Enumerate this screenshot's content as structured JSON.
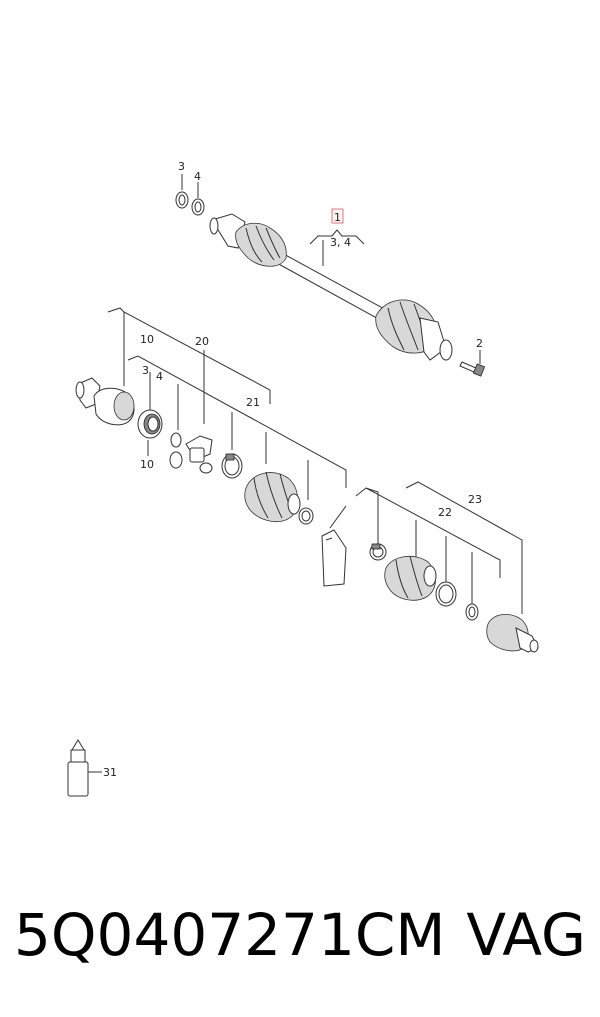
{
  "callouts": {
    "c1": "1",
    "c1_sub": "3, 4",
    "c3a": "3",
    "c4a": "4",
    "c2": "2",
    "c10a": "10",
    "c20": "20",
    "c3b": "3",
    "c4b": "4",
    "c21": "21",
    "c10b": "10",
    "c22": "22",
    "c23": "23",
    "c31": "31"
  },
  "footer": {
    "part_number": "5Q0407271CM",
    "brand": "VAG"
  },
  "colors": {
    "highlight_box": "#e8717f",
    "line": "#333333"
  }
}
